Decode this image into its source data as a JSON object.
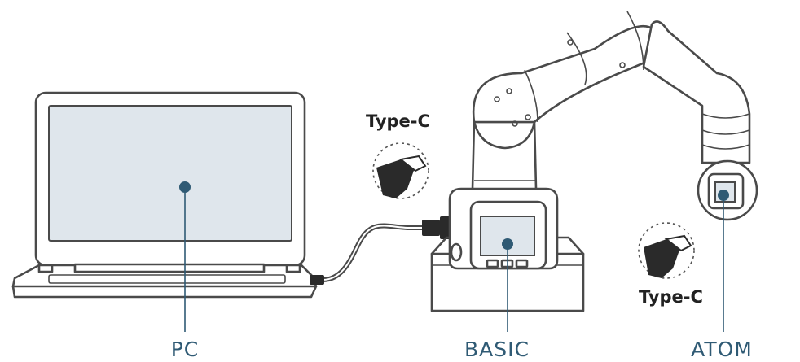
{
  "labels": {
    "pc": "PC",
    "basic": "BASIC",
    "atom": "ATOM",
    "type_c_top": "Type-C",
    "type_c_right": "Type-C"
  },
  "colors": {
    "caption": "#2f5a74",
    "outline": "#4a4a4a",
    "screen_fill": "#dfe6ec",
    "cable": "#4a4a4a",
    "connector": "#2a2a2a"
  },
  "icons": [
    "laptop-icon",
    "robot-arm-icon",
    "usb-cable-icon",
    "type-c-connector-icon"
  ]
}
